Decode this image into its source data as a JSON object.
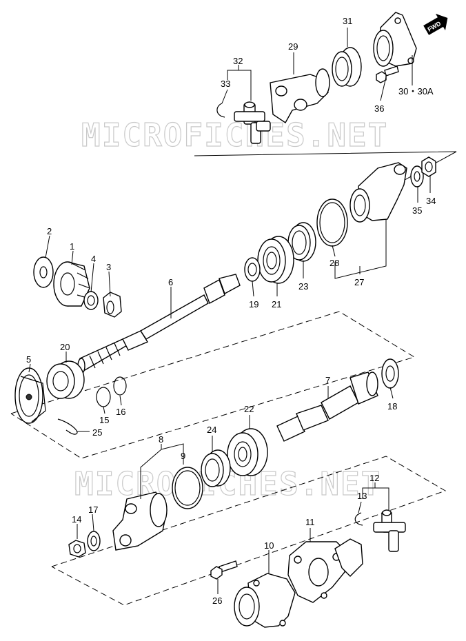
{
  "watermark": "MICROFICHES.NET",
  "fwd_badge": "FWD",
  "callouts": {
    "p1": "1",
    "p2": "2",
    "p3": "3",
    "p4": "4",
    "p5": "5",
    "p6": "6",
    "p7": "7",
    "p8": "8",
    "p9": "9",
    "p10": "10",
    "p11": "11",
    "p12": "12",
    "p13": "13",
    "p14": "14",
    "p15": "15",
    "p16": "16",
    "p17": "17",
    "p18": "18",
    "p19": "19",
    "p20": "20",
    "p21": "21",
    "p22": "22",
    "p23": "23",
    "p24": "24",
    "p25": "25",
    "p26": "26",
    "p27": "27",
    "p28": "28",
    "p29": "29",
    "p30": "30・30A",
    "p31": "31",
    "p32": "32",
    "p33": "33",
    "p34": "34",
    "p35": "35",
    "p36": "36"
  }
}
